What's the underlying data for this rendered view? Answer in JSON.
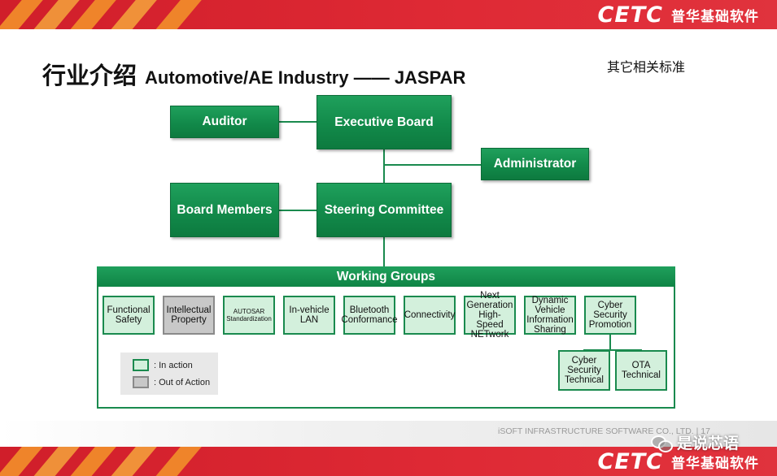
{
  "brand": {
    "logo": "CETC",
    "company": "普华基础软件"
  },
  "heading": {
    "title_cn": "行业介绍",
    "title_en": "Automotive/AE Industry —— JASPAR",
    "side_note": "其它相关标准"
  },
  "org": {
    "auditor": "Auditor",
    "executive_board": "Executive Board",
    "administrator": "Administrator",
    "board_members": "Board Members",
    "steering_committee": "Steering Committee",
    "working_groups": "Working Groups"
  },
  "groups": [
    {
      "label": "Functional Safety",
      "status": "in-action"
    },
    {
      "label": "Intellectual Property",
      "status": "out-of-action"
    },
    {
      "label": "AUTOSAR Standardization",
      "status": "in-action"
    },
    {
      "label": "In-vehicle LAN",
      "status": "in-action"
    },
    {
      "label": "Bluetooth Conformance",
      "status": "in-action"
    },
    {
      "label": "Connectivity",
      "status": "in-action"
    },
    {
      "label": "Next Generation High-Speed NETwork",
      "status": "in-action"
    },
    {
      "label": "Dynamic Vehicle Information Sharing",
      "status": "in-action"
    },
    {
      "label": "Cyber Security Promotion",
      "status": "in-action"
    }
  ],
  "subgroups": [
    {
      "label": "Cyber Security Technical",
      "status": "in-action"
    },
    {
      "label": "OTA Technical",
      "status": "in-action"
    }
  ],
  "legend": {
    "in_action": ": In action",
    "out_of_action": ": Out of Action"
  },
  "footer": {
    "text": "iSOFT INFRASTRUCTURE SOFTWARE CO., LTD.   |   17"
  },
  "watermark": {
    "text": "是说芯语"
  },
  "colors": {
    "green": "#128a4a",
    "light_green": "#d3f0dc",
    "grey": "#c8c8c8",
    "red": "#d01e2a",
    "orange": "#f08a2a"
  }
}
